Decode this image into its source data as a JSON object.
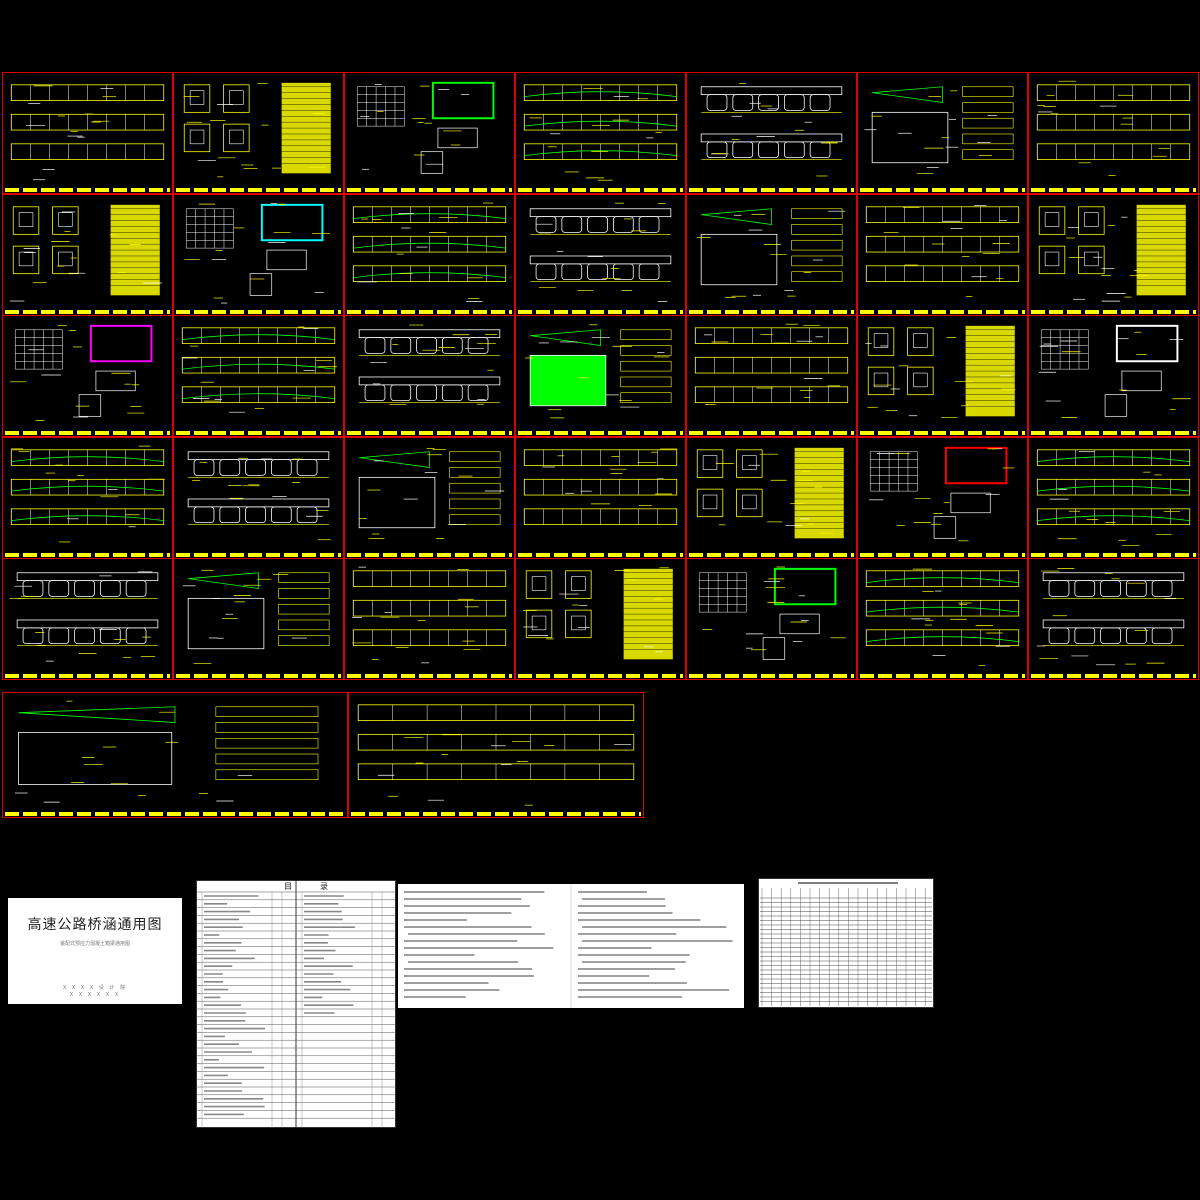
{
  "colors": {
    "background": "#000000",
    "sheet_border": "#e00000",
    "line_yellow": "#ffff00",
    "line_white": "#ffffff",
    "fill_red": "#ff0000",
    "fill_green": "#00ff00",
    "fill_magenta": "#ff00ff",
    "fill_cyan": "#00ffff"
  },
  "cover": {
    "title": "高速公路桥涵通用图",
    "subtitle": "装配式预应力混凝土箱梁通用图",
    "footer_line1": "X X X X 设 计 院",
    "footer_line2": "X X X X X X"
  },
  "toc": {
    "heading_left": "目",
    "heading_right": "录"
  },
  "sheet_grid": {
    "rows": 5,
    "cols": 7,
    "bottom_row_sheets": 2,
    "total_drawing_sheets": 37
  }
}
